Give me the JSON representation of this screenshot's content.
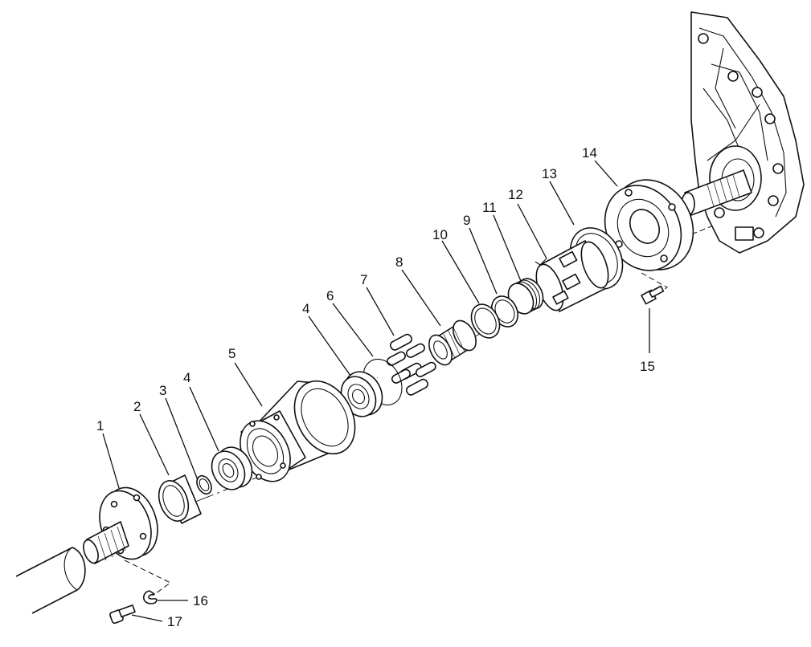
{
  "callouts": {
    "c1": "1",
    "c2": "2",
    "c3": "3",
    "c4a": "4",
    "c4b": "4",
    "c5": "5",
    "c6": "6",
    "c7": "7",
    "c8": "8",
    "c9": "9",
    "c10": "10",
    "c11": "11",
    "c12": "12",
    "c13": "13",
    "c14": "14",
    "c15": "15",
    "c16": "16",
    "c17": "17"
  },
  "colors": {
    "line": "#111111",
    "background": "#ffffff"
  }
}
